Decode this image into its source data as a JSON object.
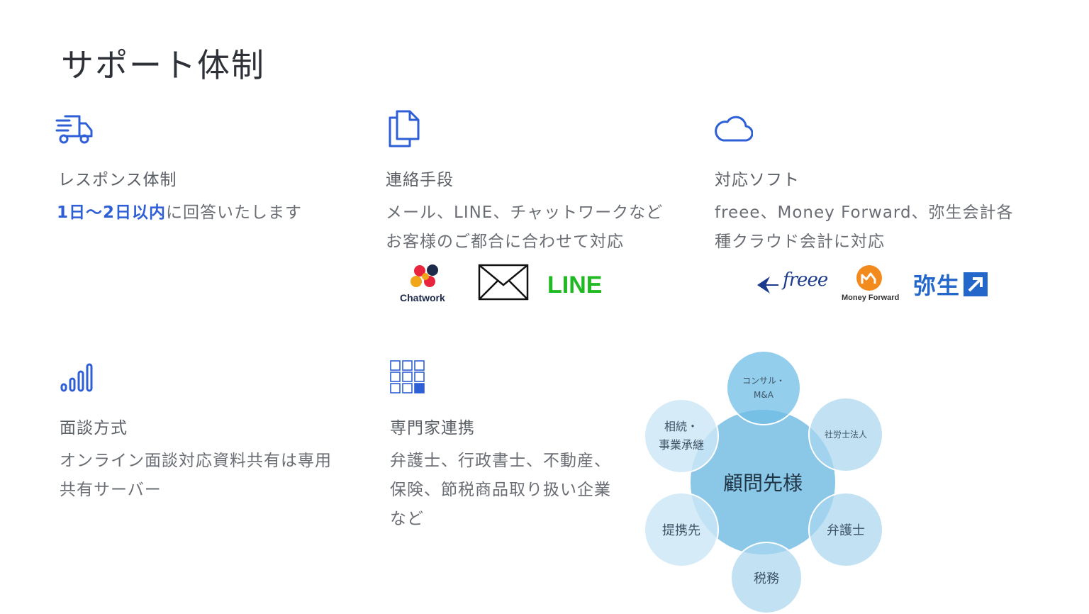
{
  "page": {
    "title": "サポート体制"
  },
  "colors": {
    "accent": "#2f5fd6",
    "circle": "#6ab9e1",
    "line_green": "#1fb922",
    "yayoi_blue": "#2267c9"
  },
  "response": {
    "icon": "delivery-truck-icon",
    "heading": "レスポンス体制",
    "highlight": "1日〜2日以内",
    "text": "に回答いたします"
  },
  "contact": {
    "icon": "documents-icon",
    "heading": "連絡手段",
    "lines": [
      "メール、LINE、チャットワークなど",
      "お客様のご都合に合わせて対応"
    ],
    "logos": {
      "chatwork": "Chatwork",
      "mail": "mail-envelope-icon",
      "line": "LINE"
    }
  },
  "software": {
    "icon": "cloud-icon",
    "heading": "対応ソフト",
    "lines": [
      "freee、Money Forward、弥生会計各",
      "種クラウド会計に対応"
    ],
    "logos": {
      "freee": "freee",
      "moneyforward": "Money Forward",
      "yayoi": "弥生"
    }
  },
  "meeting": {
    "icon": "signal-bars-icon",
    "heading": "面談方式",
    "lines": [
      "オンライン面談対応資料共有は専用",
      "共有サーバー"
    ]
  },
  "experts": {
    "icon": "grid-icon",
    "heading": "専門家連携",
    "lines": [
      "弁護士、行政書士、不動産、",
      "保険、節税商品取り扱い企業",
      "など"
    ]
  },
  "network": {
    "center": "顧問先様",
    "consulting": [
      "コンサル・",
      "M&A"
    ],
    "labor": "社労士法人",
    "lawyer": "弁護士",
    "tax": "税務",
    "partner": "提携先",
    "succession": [
      "相続・",
      "事業承継"
    ]
  }
}
